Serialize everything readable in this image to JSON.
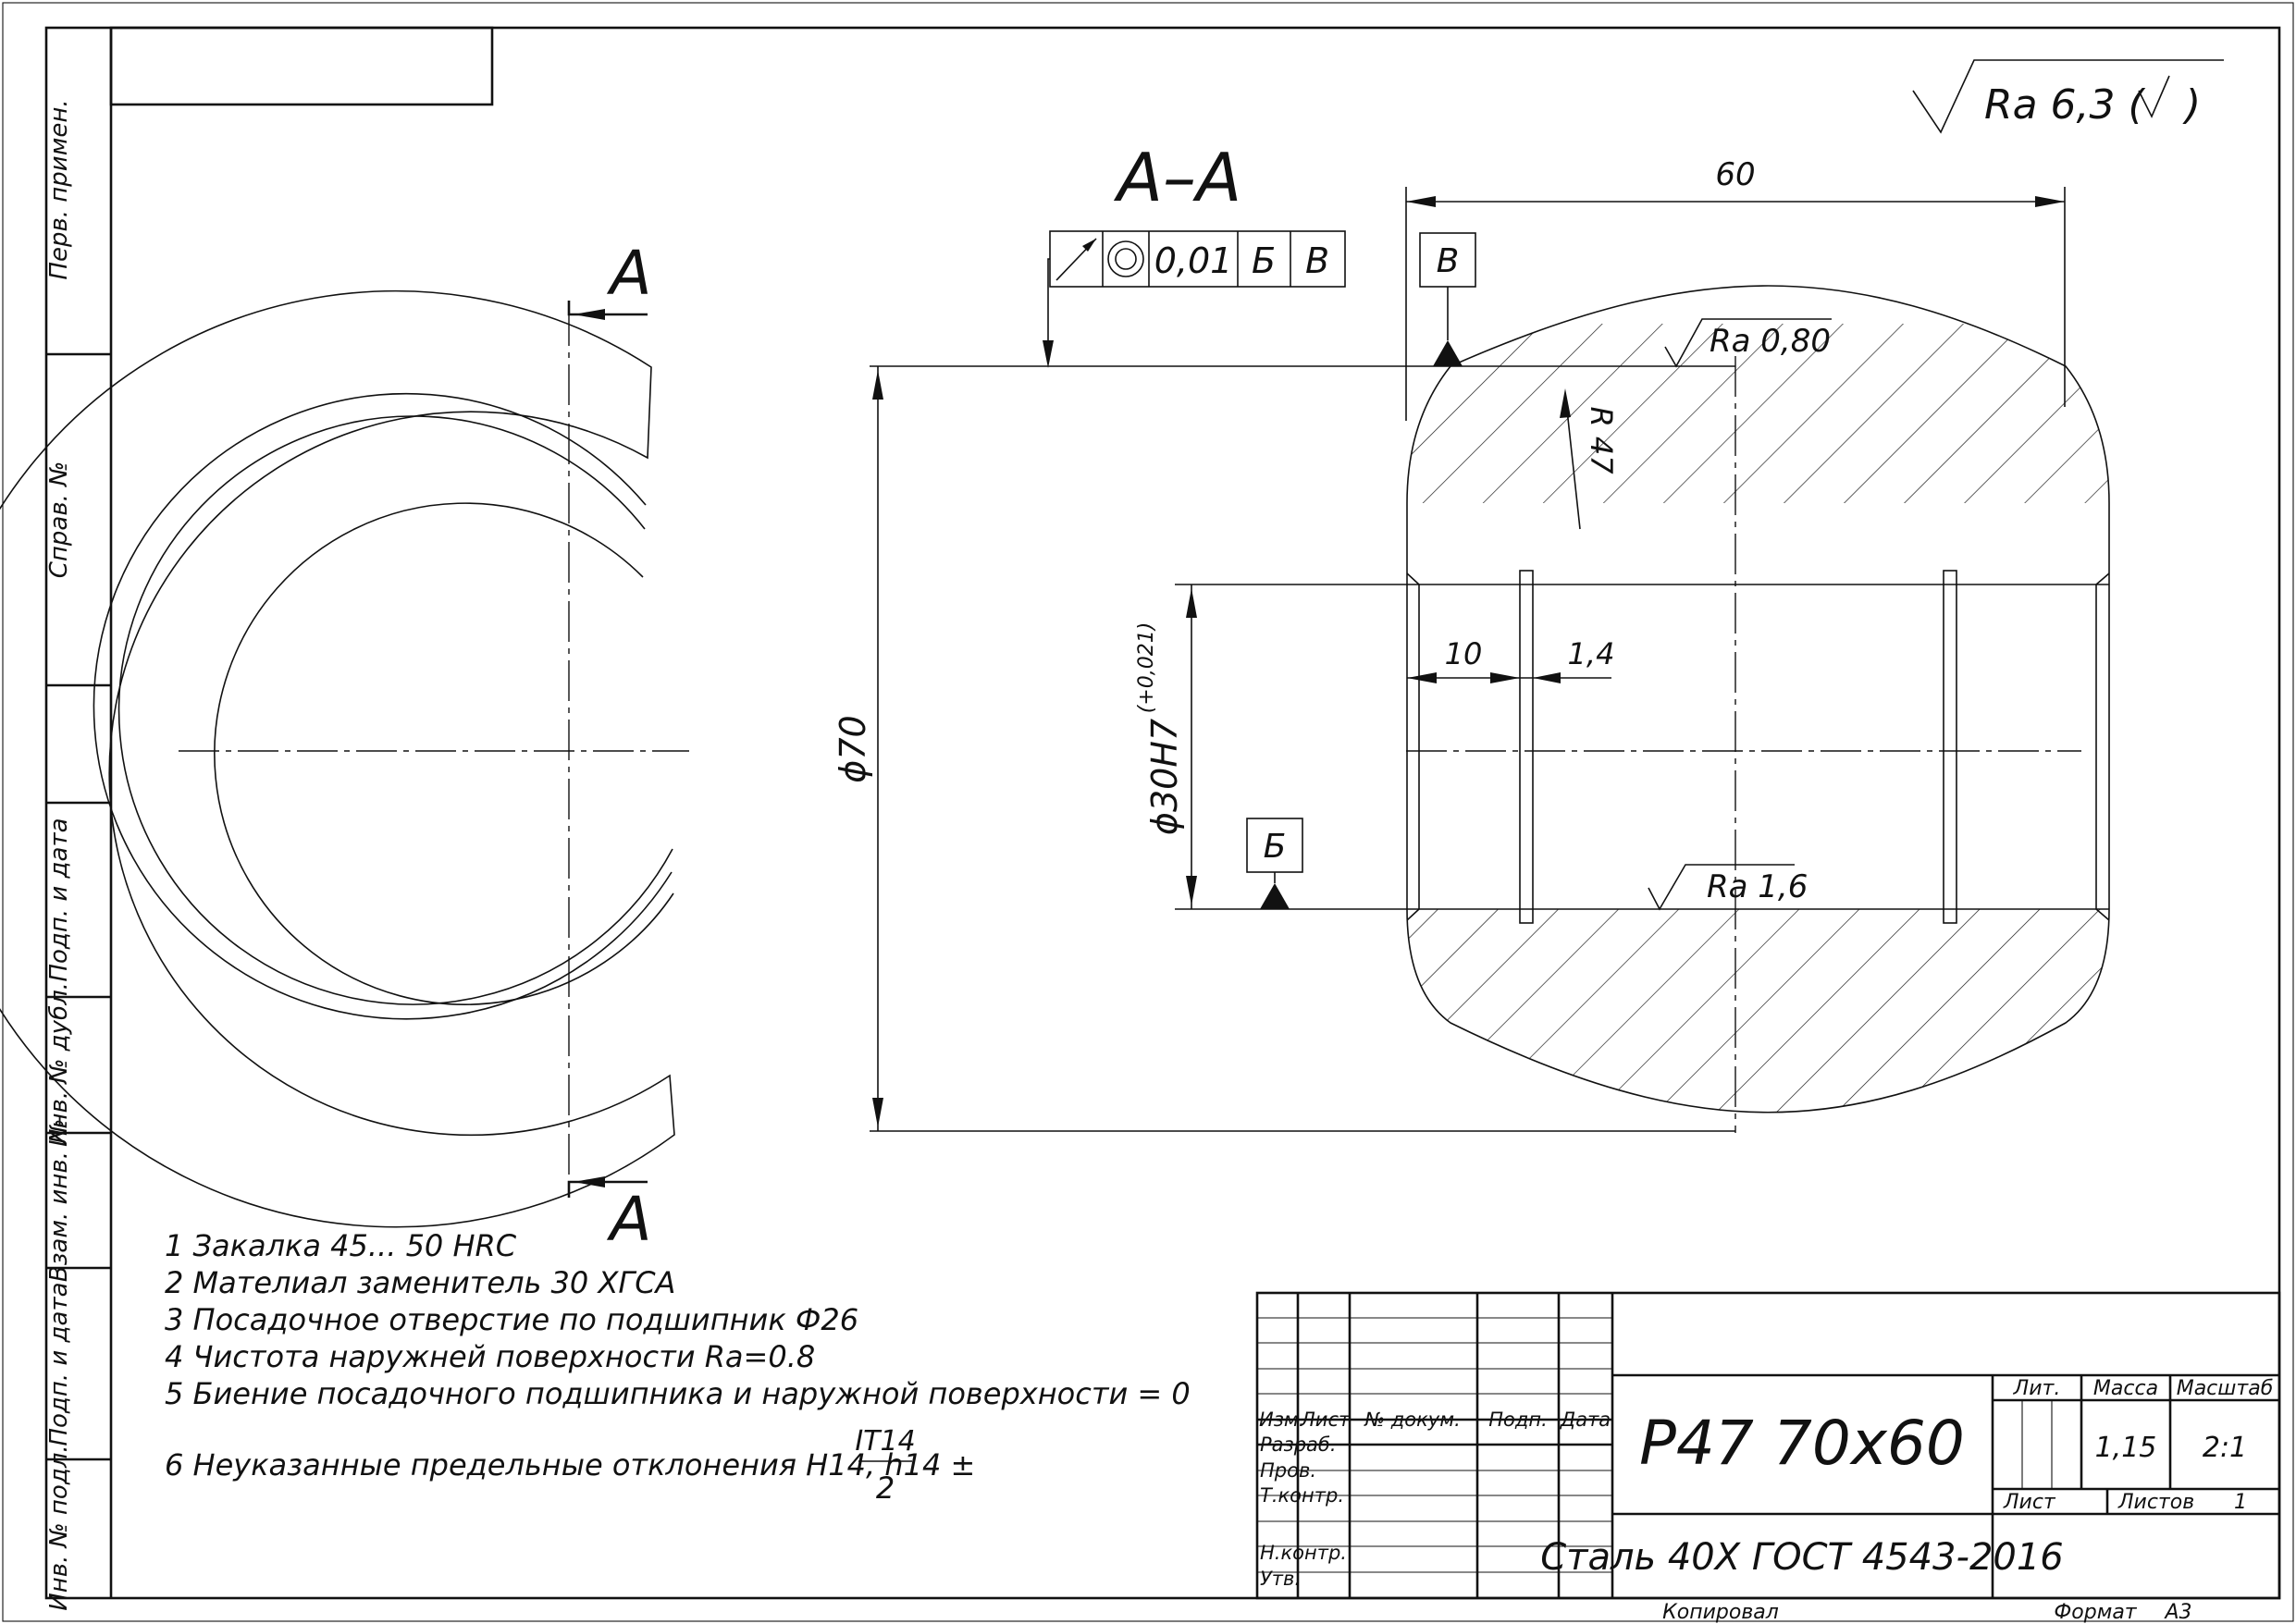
{
  "roughness": {
    "general": "Ra 6,3 (",
    "general_close": ")",
    "outer": "Ra 0,80",
    "bore": "Ra 1,6"
  },
  "section": {
    "title": "А–А",
    "cut_label_top": "А",
    "cut_label_bottom": "А"
  },
  "tolerance_frame": {
    "value": "0,01",
    "datum_1": "Б",
    "datum_2": "В"
  },
  "datums": {
    "top": "В",
    "bore": "Б"
  },
  "dimensions": {
    "length": "60",
    "outer_diameter": "ϕ70",
    "bore_diameter": "ϕ30H7",
    "bore_tolerance": "(+0,021)",
    "radius": "R 47",
    "groove_offset": "10",
    "groove_width": "1,4"
  },
  "notes": [
    "1 Закалка 45... 50 HRC",
    "2 Мателиал заменитель 30 ХГСА",
    "3 Посадочное отверстие по подшипник Ф26",
    "4  Чистота наружней поверхности Ra=0.8",
    "5 Биение посадочного подшипника и наружной поверхности = 0"
  ],
  "note6": {
    "text": "6 Неуказанные предельные отклонения H14, h14 ±",
    "numerator": "IT14",
    "denominator": "2"
  },
  "side_stamps": [
    "Перв. примен.",
    "Справ. №",
    "Подп. и дата",
    "Инв. № дубл.",
    "Взам. инв. №",
    "Подп. и дата",
    "Инв. № подл."
  ],
  "title_block": {
    "designation": "Р47 70х60",
    "material": "Сталь 40Х ГОСТ 4543-2016",
    "col_izm": "Изм.",
    "col_list": "Лист",
    "col_doc": "№ докум.",
    "col_sign": "Подп.",
    "col_date": "Дата",
    "row_razrab": "Разраб.",
    "row_prov": "Пров.",
    "row_tkontr": "Т.контр.",
    "row_nkontr": "Н.контр.",
    "row_utv": "Утв.",
    "lit_label": "Лит.",
    "mass_label": "Масса",
    "scale_label": "Масштаб",
    "mass_value": "1,15",
    "scale_value": "2:1",
    "sheet_label": "Лист",
    "sheets_label": "Листов",
    "sheets_value": "1",
    "copied": "Копировал",
    "format_label": "Формат",
    "format_value": "А3"
  }
}
